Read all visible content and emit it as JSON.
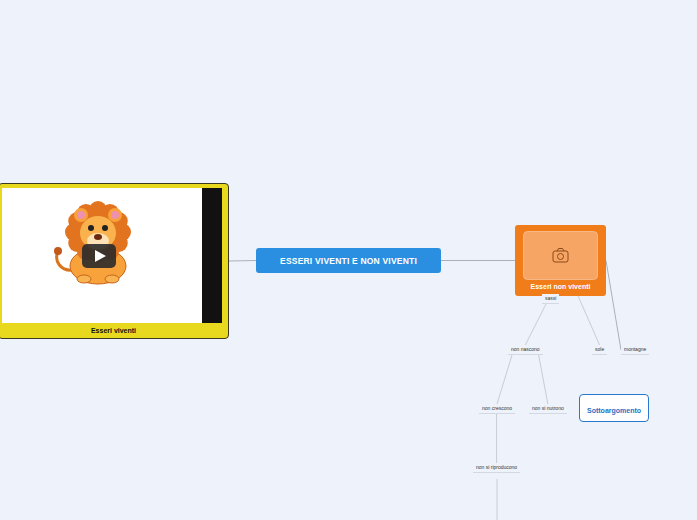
{
  "diagram": {
    "nodes": [
      {
        "text": [
          "Esseri viventi"
        ]
      },
      {
        "text": [
          "ESSERI VIVENTI E NON VIVENTI"
        ]
      },
      {
        "text": [
          "Esseri non viventi"
        ]
      },
      {
        "text": [
          "sassi"
        ]
      },
      {
        "text": [
          "non nascono"
        ]
      },
      {
        "text": [
          "sole"
        ]
      },
      {
        "text": [
          "montagne"
        ]
      },
      {
        "text": [
          "non crescono"
        ]
      },
      {
        "text": [
          "non si nutrono"
        ]
      },
      {
        "text": [
          "Sottoargomento"
        ]
      },
      {
        "text": [
          "non si riproducono"
        ]
      }
    ],
    "edges": [
      {
        "from": 1,
        "to": 0,
        "arrow": "none"
      },
      {
        "from": 1,
        "to": 2,
        "arrow": "none"
      },
      {
        "from": 2,
        "to": 3,
        "arrow": "none"
      },
      {
        "from": 2,
        "to": 5,
        "arrow": "none"
      },
      {
        "from": 2,
        "to": 6,
        "arrow": "none"
      },
      {
        "from": 3,
        "to": 4,
        "arrow": "none"
      },
      {
        "from": 4,
        "to": 7,
        "arrow": "none"
      },
      {
        "from": 4,
        "to": 8,
        "arrow": "none"
      },
      {
        "from": 7,
        "to": 10,
        "arrow": "none"
      }
    ]
  }
}
